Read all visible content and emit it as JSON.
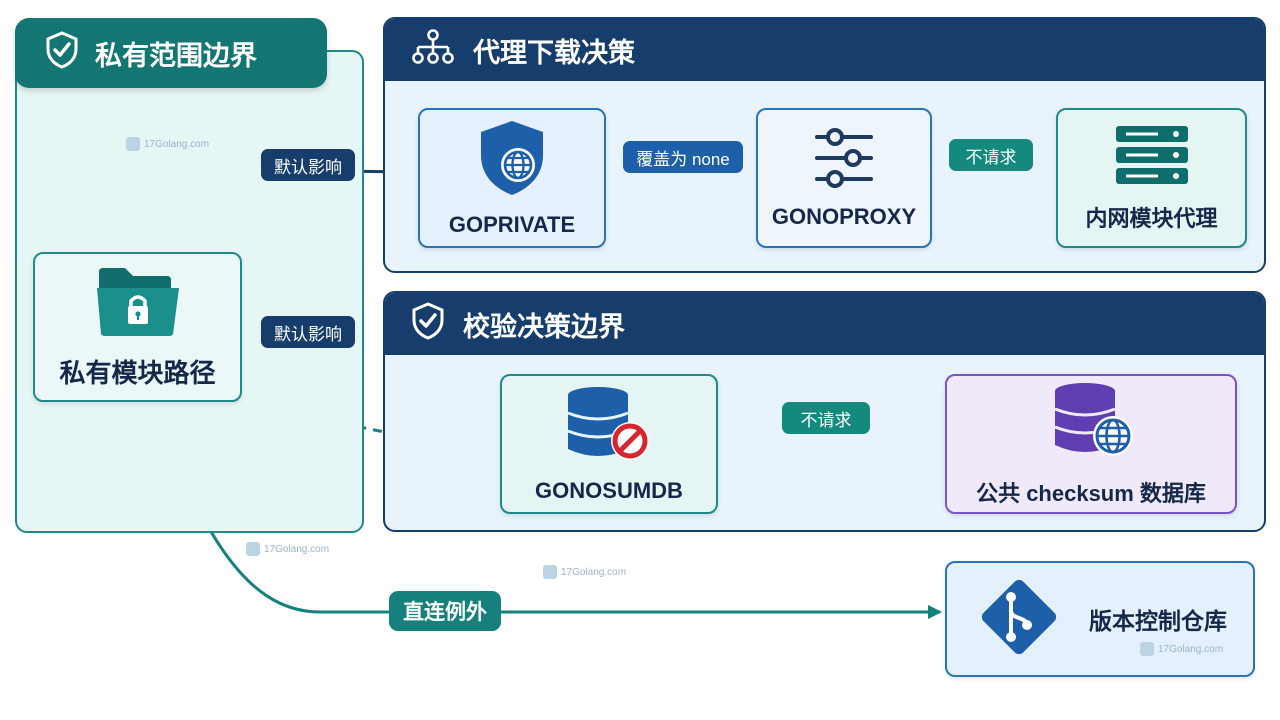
{
  "left_panel": {
    "title": "私有范围边界"
  },
  "proxy_section": {
    "title": "代理下载决策"
  },
  "verify_section": {
    "title": "校验决策边界"
  },
  "nodes": {
    "module": "私有模块路径",
    "goprivate": "GOPRIVATE",
    "gonoproxy": "GONOPROXY",
    "intranet_proxy": "内网模块代理",
    "gonosumdb": "GONOSUMDB",
    "checksum_db": "公共 checksum 数据库",
    "vcs_repo": "版本控制仓库"
  },
  "edges": {
    "default_effect_1": "默认影响",
    "default_effect_2": "默认影响",
    "override_none": "覆盖为 none",
    "no_request_1": "不请求",
    "no_request_2": "不请求",
    "direct_exception": "直连例外"
  },
  "watermark": "17Golang.com",
  "colors": {
    "teal": "#137673",
    "navy": "#163d6b",
    "blue": "#2a73b8",
    "purple": "#7a55c7"
  }
}
